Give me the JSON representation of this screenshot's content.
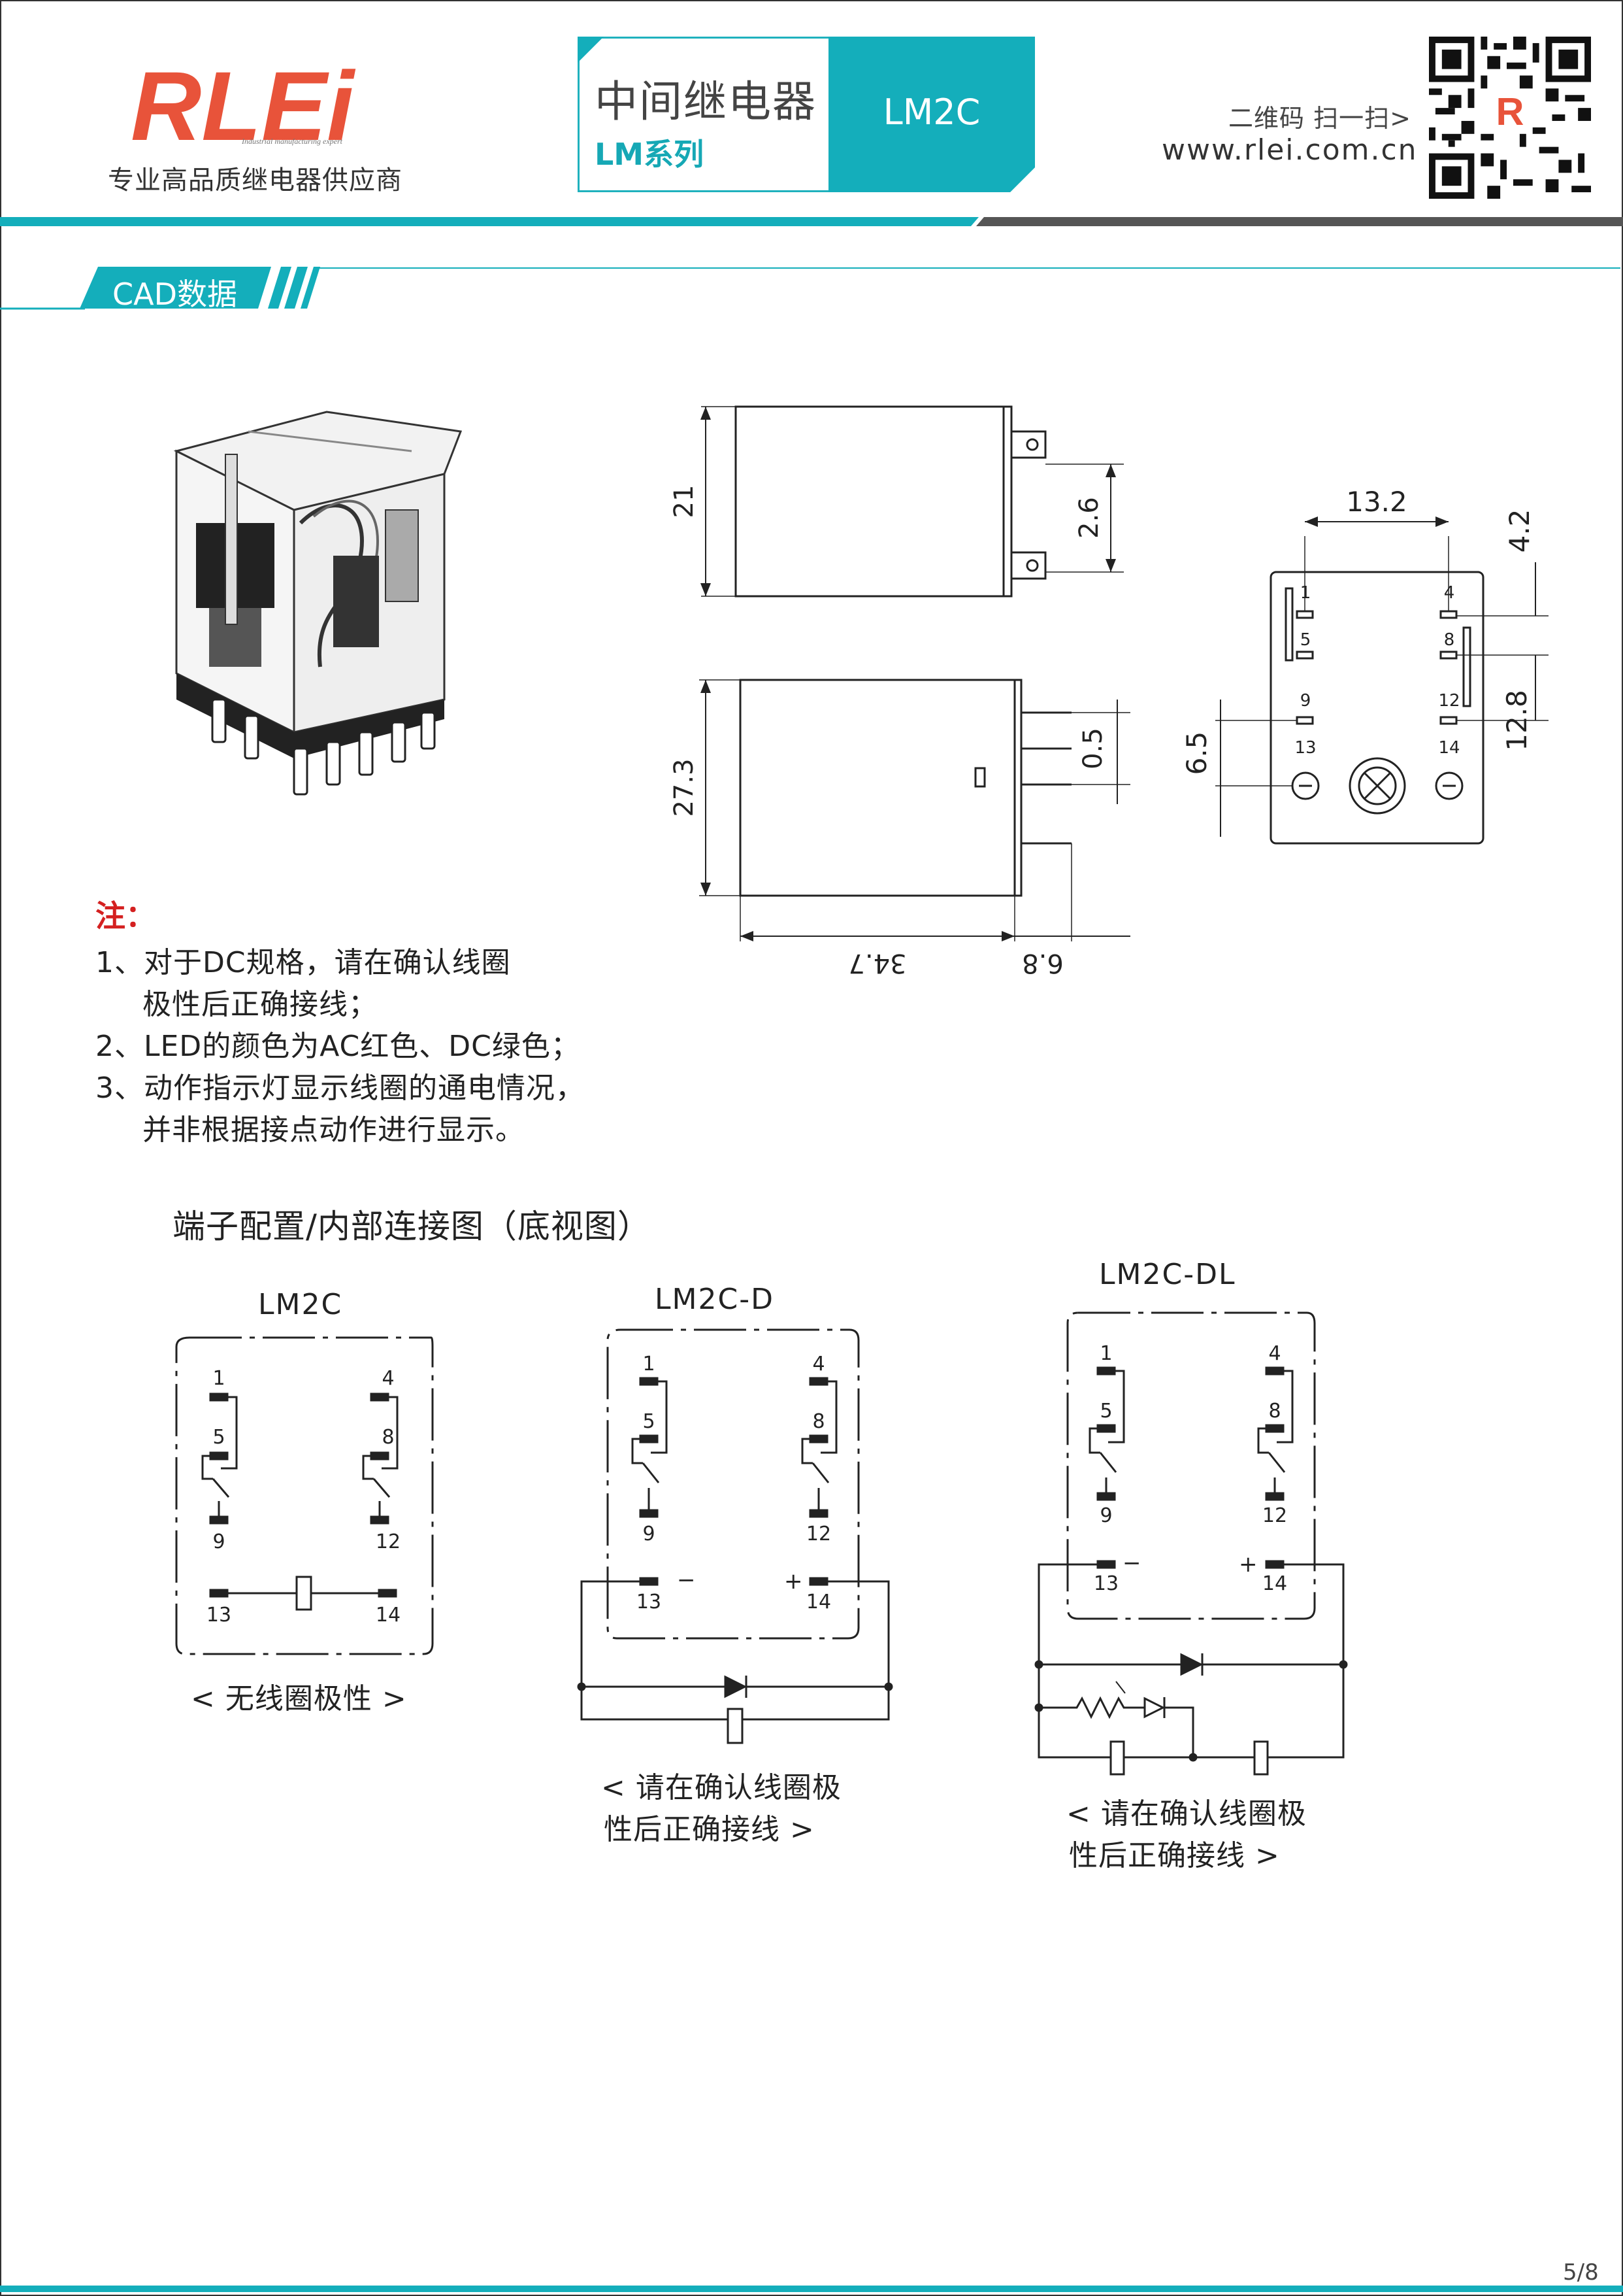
{
  "header": {
    "company_subtitle": "专业高品质继电器供应商",
    "product_type": "中间继电器",
    "series": "LM系列",
    "model": "LM2C",
    "qr_label": "二维码 扫一扫>",
    "website": "www.rlei.com.cn",
    "logo_text": "RLEi",
    "logo_tagline": "Industrial manufacturing expert"
  },
  "section": {
    "title": "CAD数据"
  },
  "dimensions": {
    "side_height": "21",
    "pin_offset": "2.6",
    "front_height": "27.3",
    "pin_thickness": "0.5",
    "body_length": "34.7",
    "pin_length": "6.8",
    "pin_spacing_x": "13.2",
    "top_offset": "4.2",
    "pin_spacing_y": "12.8",
    "coil_spacing": "6.5",
    "terminals_top": [
      "1",
      "5",
      "9",
      "13"
    ],
    "terminals_right": [
      "4",
      "8",
      "12",
      "14"
    ]
  },
  "notes": {
    "heading": "注：",
    "lines": [
      "1、对于DC规格，请在确认线圈",
      "极性后正确接线；",
      "2、LED的颜色为AC红色、DC绿色；",
      "3、动作指示灯显示线圈的通电情况，",
      "并非根据接点动作进行显示。"
    ]
  },
  "wiring": {
    "title": "端子配置/内部连接图（底视图）",
    "diagrams": [
      {
        "label": "LM2C",
        "caption_lines": [
          "< 无线圈极性 >"
        ]
      },
      {
        "label": "LM2C-D",
        "caption_lines": [
          "< 请在确认线圈极",
          "性后正确接线 >"
        ]
      },
      {
        "label": "LM2C-DL",
        "caption_lines": [
          "< 请在确认线圈极",
          "性后正确接线 >"
        ]
      }
    ],
    "pins": [
      "1",
      "5",
      "9",
      "4",
      "8",
      "12",
      "13",
      "14"
    ],
    "minus": "−",
    "plus": "+"
  },
  "footer": {
    "page": "5/8"
  },
  "colors": {
    "accent": "#14aebb",
    "note_red": "#d42020",
    "logo_red": "#e8533a",
    "dark_bar": "#555555"
  }
}
